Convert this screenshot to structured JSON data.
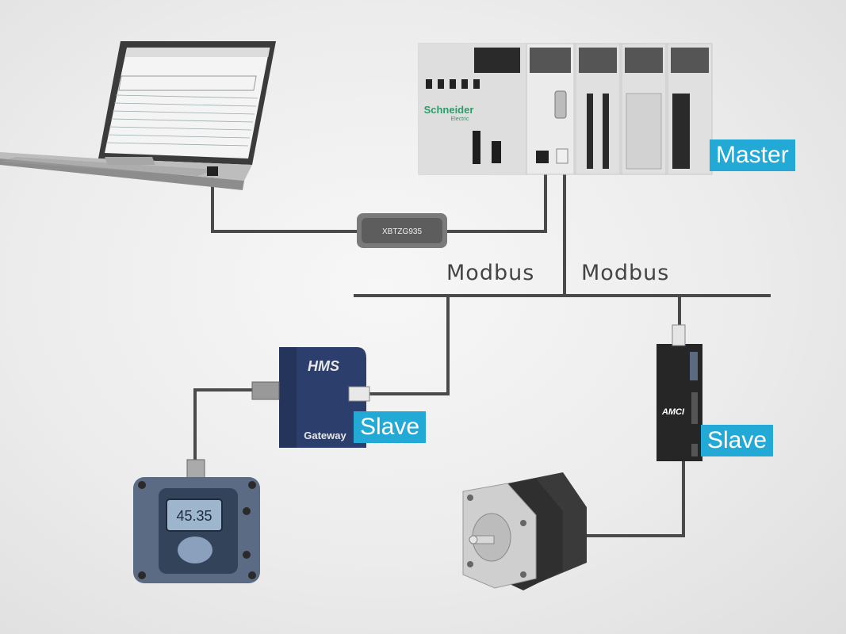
{
  "labels": {
    "master": "Master",
    "slave_gateway": "Slave",
    "slave_drive": "Slave",
    "bus_left": "Modbus",
    "bus_right": "Modbus"
  },
  "devices": {
    "plc_brand_line1": "Schneider",
    "plc_brand_line2": "Electric",
    "cable_adapter": "XBTZG935",
    "gateway_brand": "HMS",
    "gateway_label": "Gateway",
    "drive_brand": "AMCI",
    "meter_reading": "45.35"
  },
  "colors": {
    "label_bg": "#23a9d6",
    "gateway_blue": "#2c3e6b",
    "cable": "#4a4a4a"
  }
}
